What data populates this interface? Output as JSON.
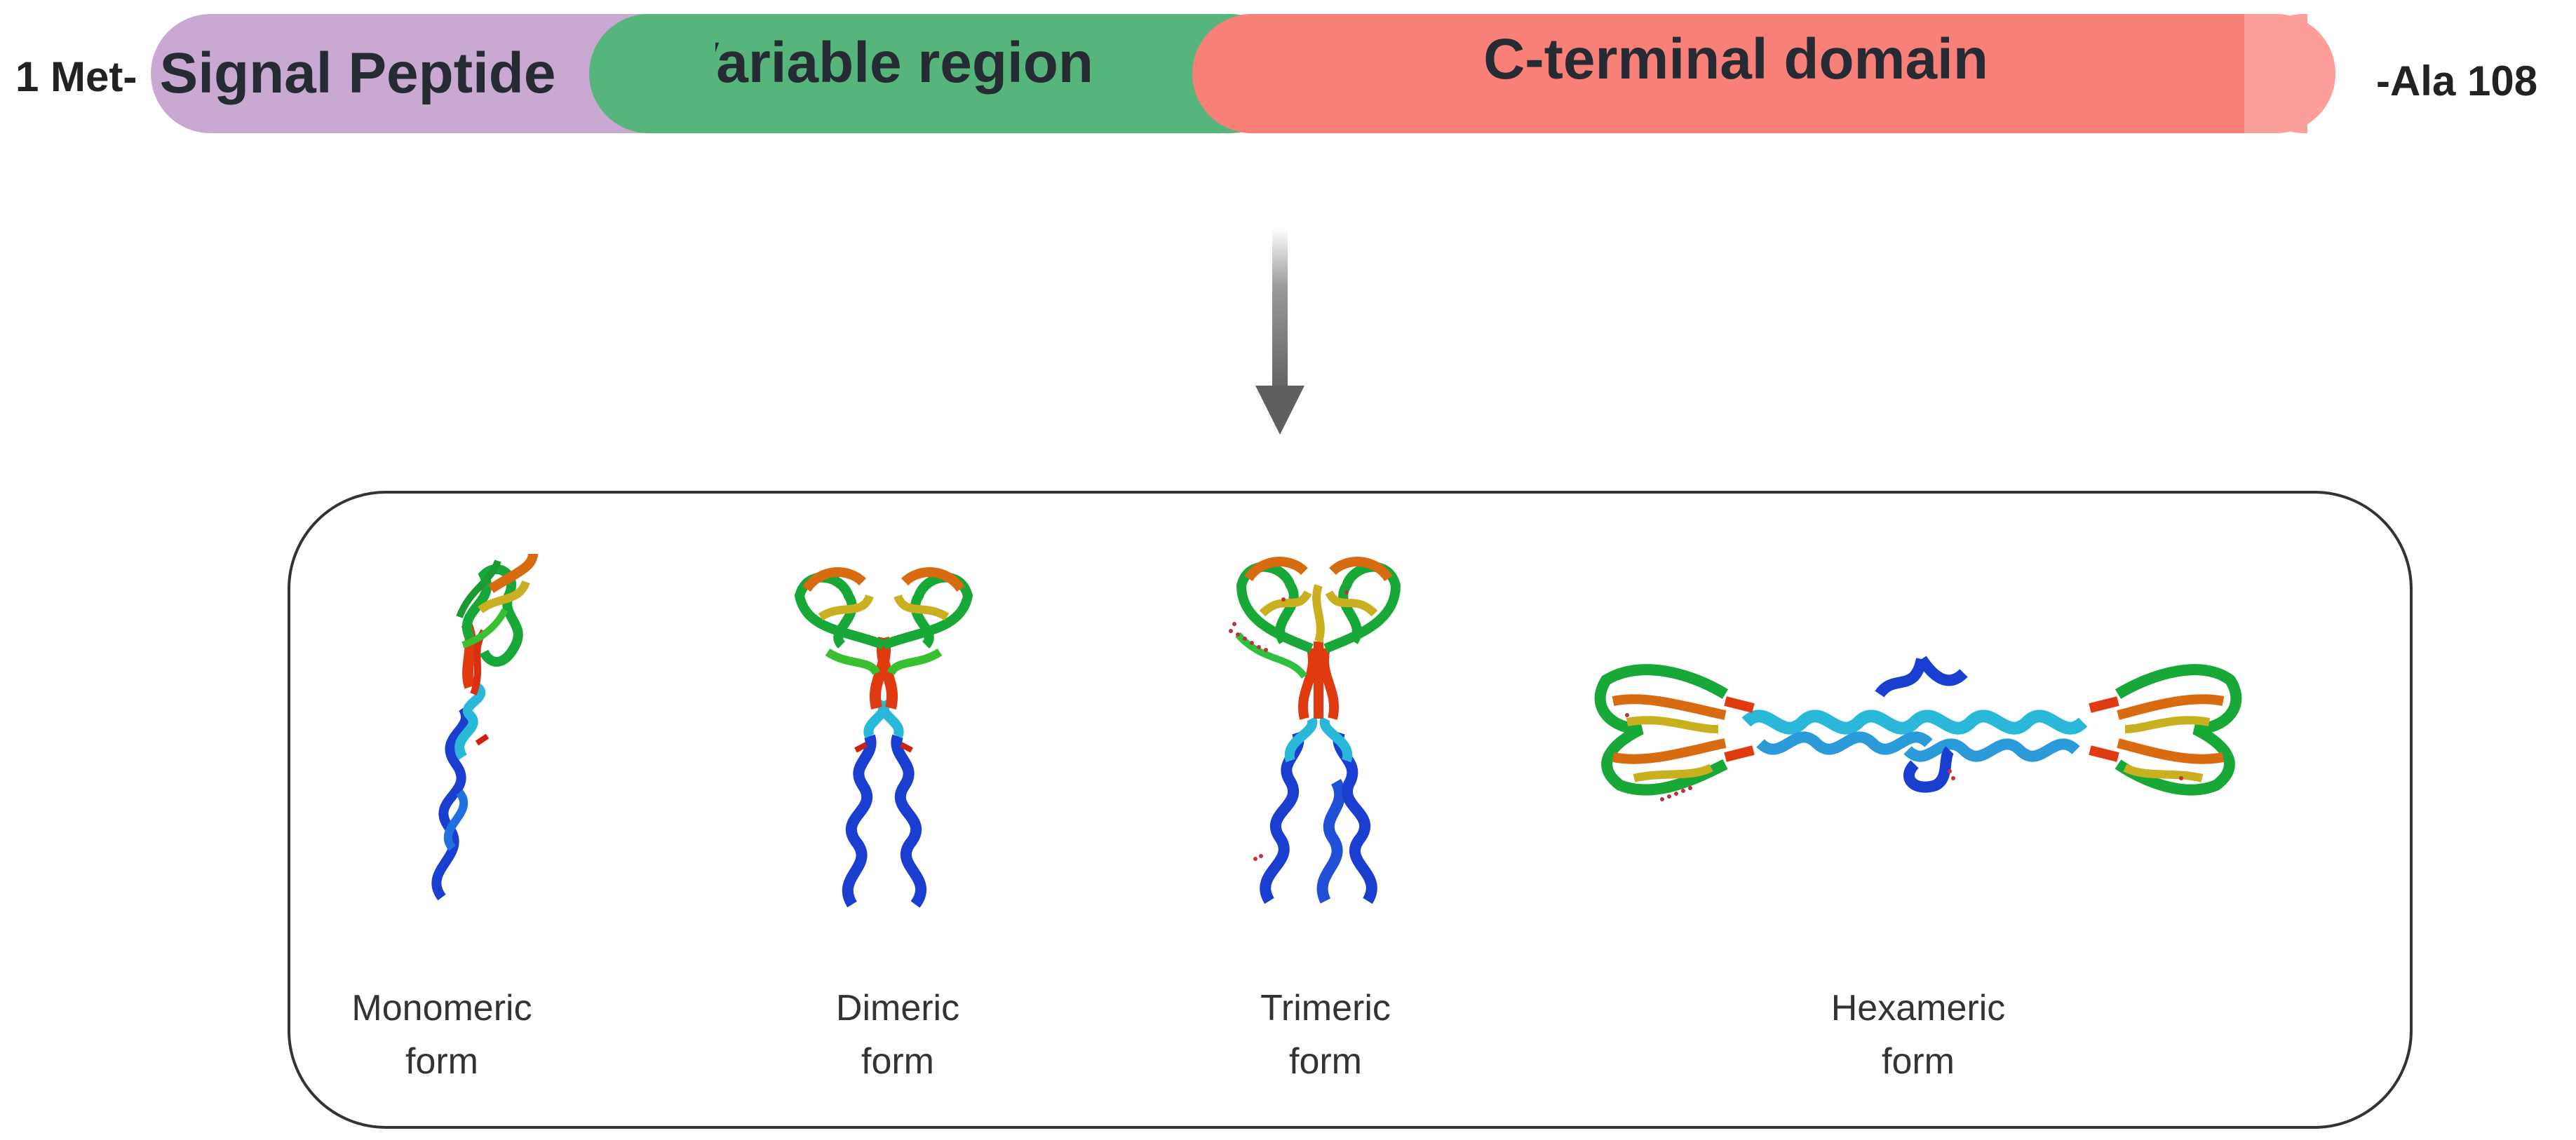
{
  "sequence": {
    "start_label": "1 Met-",
    "end_label": "-Ala 108",
    "segments": [
      {
        "label": "Signal Peptide",
        "color": "#c9a9d1"
      },
      {
        "label": "Variable region",
        "color": "#56b57a"
      },
      {
        "label": "C-terminal domain",
        "color": "#f98079"
      }
    ],
    "tip_color": "#fc9f9a"
  },
  "arrow_color": "#5f5f5f",
  "structures": [
    {
      "caption_line1": "Monomeric",
      "caption_line2": "form",
      "icon": "monomer-structure"
    },
    {
      "caption_line1": "Dimeric",
      "caption_line2": "form",
      "icon": "dimer-structure"
    },
    {
      "caption_line1": "Trimeric",
      "caption_line2": "form",
      "icon": "trimer-structure"
    },
    {
      "caption_line1": "Hexameric",
      "caption_line2": "form",
      "icon": "hexamer-structure"
    }
  ]
}
